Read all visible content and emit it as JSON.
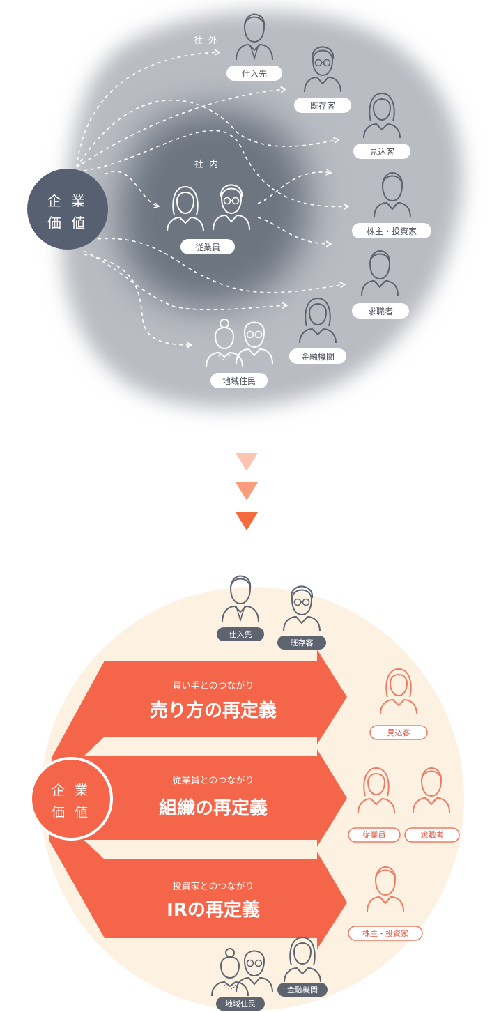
{
  "colors": {
    "outer_cloud": "#b9bcc3",
    "inner_cloud": "#6c7480",
    "core_circle": "#576070",
    "icon_gray": "#5d6470",
    "arrow_1": "#fbc3b2",
    "arrow_2": "#f99d7c",
    "arrow_3": "#f56b3d",
    "cream": "#fdf2e1",
    "coral": "#f5654a",
    "orange_line": "#f07a63",
    "gray_pill": "#5d6470"
  },
  "top": {
    "outside_label": "社 外",
    "inside_label": "社 内",
    "core_line1": "企 業",
    "core_line2": "価 値",
    "stakeholders": {
      "supplier": "仕入先",
      "existing_customer": "既存客",
      "prospect": "見込客",
      "shareholder": "株主・投資家",
      "applicant": "求職者",
      "bank": "金融機関",
      "residents": "地域住民",
      "employees": "従業員"
    }
  },
  "bottom": {
    "core_line1": "企 業",
    "core_line2": "価 値",
    "arrows": [
      {
        "sub": "買い手とのつながり",
        "main": "売り方の再定義"
      },
      {
        "sub": "従業員とのつながり",
        "main": "組織の再定義"
      },
      {
        "sub": "投資家とのつながり",
        "main": "IRの再定義"
      }
    ],
    "gray_pills": {
      "supplier": "仕入先",
      "existing_customer": "既存客",
      "residents": "地域住民",
      "bank": "金融機関"
    },
    "orange_pills": {
      "prospect": "見込客",
      "employees": "従業員",
      "applicant": "求職者",
      "shareholder": "株主・投資家"
    }
  }
}
